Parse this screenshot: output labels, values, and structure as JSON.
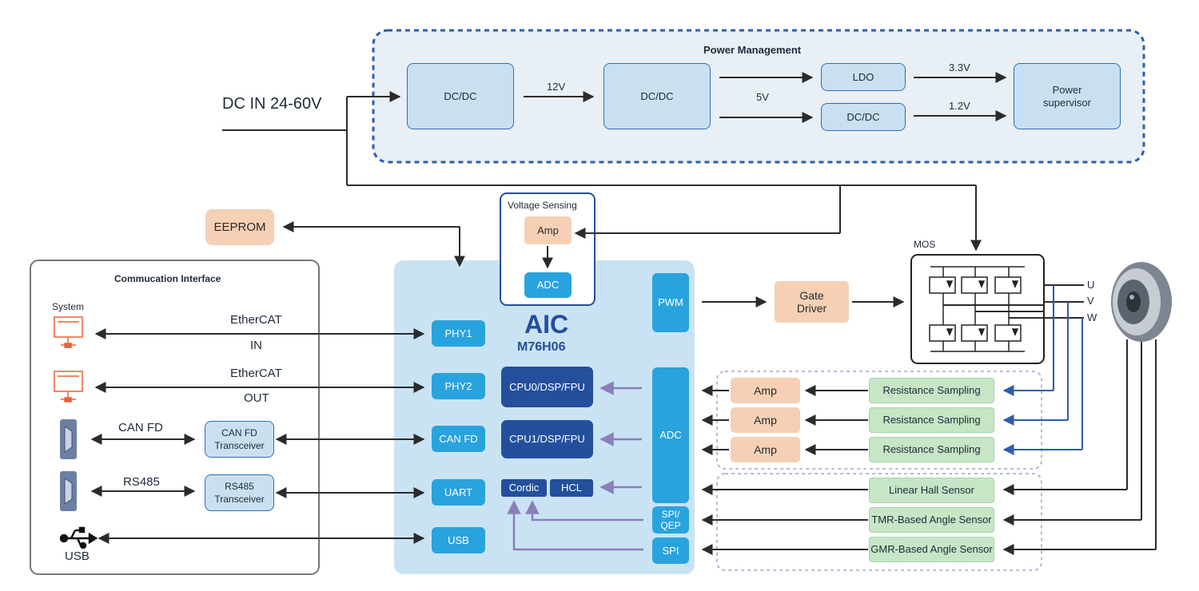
{
  "power": {
    "title": "Power Management",
    "input_label": "DC IN 24-60V",
    "dcdc1": "DC/DC",
    "dcdc2": "DC/DC",
    "ldo": "LDO",
    "dcdc3": "DC/DC",
    "supervisor": "Power supervisor",
    "v12": "12V",
    "v5": "5V",
    "v33": "3.3V",
    "v12b": "1.2V"
  },
  "eeprom": "EEPROM",
  "voltage_sensing": {
    "title": "Voltage Sensing",
    "amp": "Amp",
    "adc": "ADC"
  },
  "comm": {
    "title": "Commucation Interface",
    "system": "System",
    "ethercat_in_1": "EtherCAT",
    "ethercat_in_2": "IN",
    "ethercat_out_1": "EtherCAT",
    "ethercat_out_2": "OUT",
    "canfd": "CAN FD",
    "canfd_trans": "CAN FD Transceiver",
    "rs485": "RS485",
    "rs485_trans": "RS485 Transceiver",
    "usb": "USB"
  },
  "aic": {
    "name": "AIC",
    "model": "M76H06",
    "phy1": "PHY1",
    "phy2": "PHY2",
    "canfd": "CAN FD",
    "uart": "UART",
    "usb": "USB",
    "cpu0": "CPU0/DSP/FPU",
    "cpu1": "CPU1/DSP/FPU",
    "cordic": "Cordic",
    "hcl": "HCL",
    "pwm": "PWM",
    "adc": "ADC",
    "spiqep": "SPI/ QEP",
    "spi": "SPI"
  },
  "gate_driver": "Gate Driver",
  "mos": {
    "title": "MOS",
    "u": "U",
    "v": "V",
    "w": "W"
  },
  "sensing": {
    "amp1": "Amp",
    "amp2": "Amp",
    "amp3": "Amp",
    "rs1": "Resistance Sampling",
    "rs2": "Resistance Sampling",
    "rs3": "Resistance Sampling",
    "hall": "Linear Hall Sensor",
    "tmr": "TMR-Based Angle Sensor",
    "gmr": "GMR-Based Angle Sensor"
  },
  "colors": {
    "pm_bg": "#e8eff5",
    "pm_border": "#2d5fa8",
    "aic_bg": "#c9e3f4",
    "aic_block": "#29a3dd",
    "aic_dark": "#234f9c",
    "peach": "#f5d0b5",
    "green": "#c6e6c6",
    "system_icon": "#e8623a",
    "connector": "#6b7fa3"
  }
}
